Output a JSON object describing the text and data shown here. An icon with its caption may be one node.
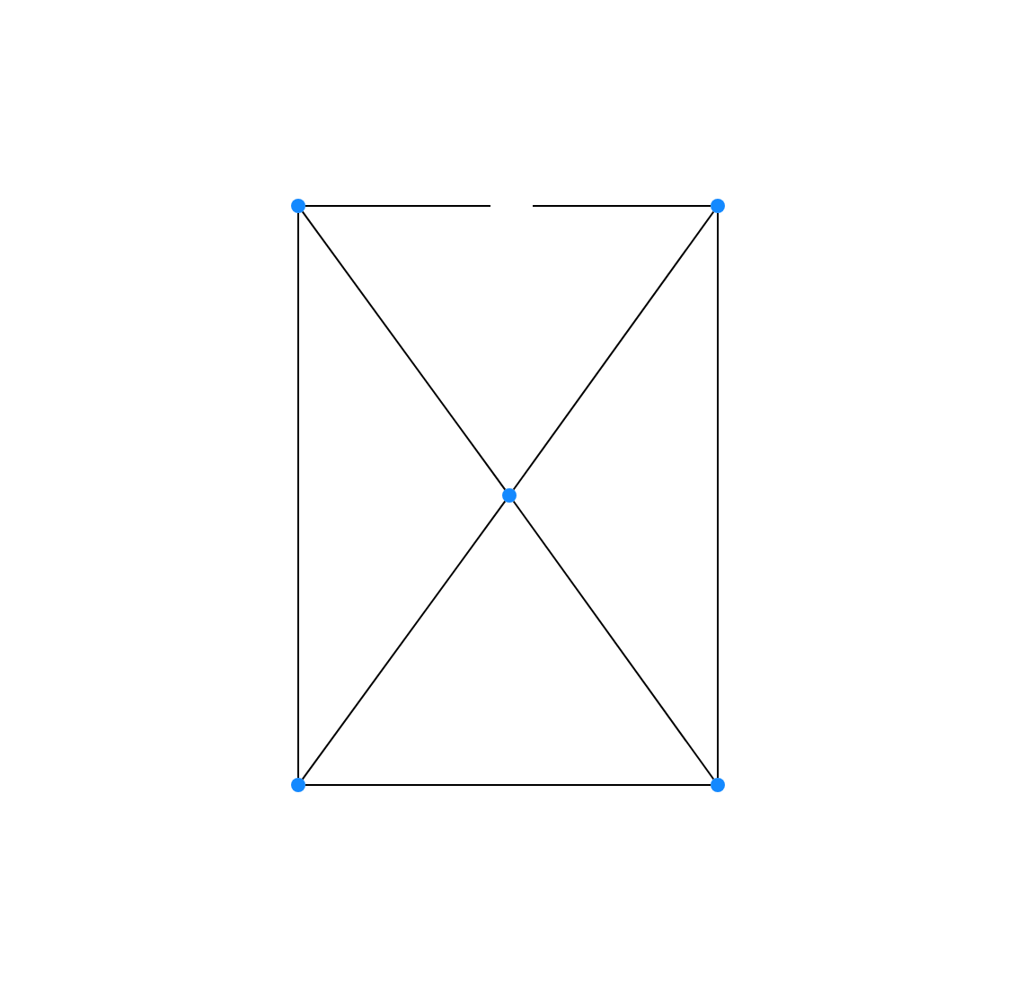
{
  "diagram": {
    "nodes": [
      {
        "text": [],
        "shape": "circle"
      },
      {
        "text": [],
        "shape": "circle"
      },
      {
        "text": [],
        "shape": "circle"
      },
      {
        "text": [],
        "shape": "circle"
      },
      {
        "text": [],
        "shape": "circle"
      }
    ],
    "edges": [
      {
        "from": 0,
        "to": null,
        "arrow": "none"
      },
      {
        "from": null,
        "to": 1,
        "arrow": "none"
      },
      {
        "from": 0,
        "to": 2,
        "arrow": "none"
      },
      {
        "from": 1,
        "to": 2,
        "arrow": "none"
      },
      {
        "from": 0,
        "to": 3,
        "arrow": "none"
      },
      {
        "from": 1,
        "to": 4,
        "arrow": "none"
      },
      {
        "from": 2,
        "to": 3,
        "arrow": "none"
      },
      {
        "from": 2,
        "to": 4,
        "arrow": "none"
      },
      {
        "from": 3,
        "to": 4,
        "arrow": "none"
      }
    ]
  }
}
